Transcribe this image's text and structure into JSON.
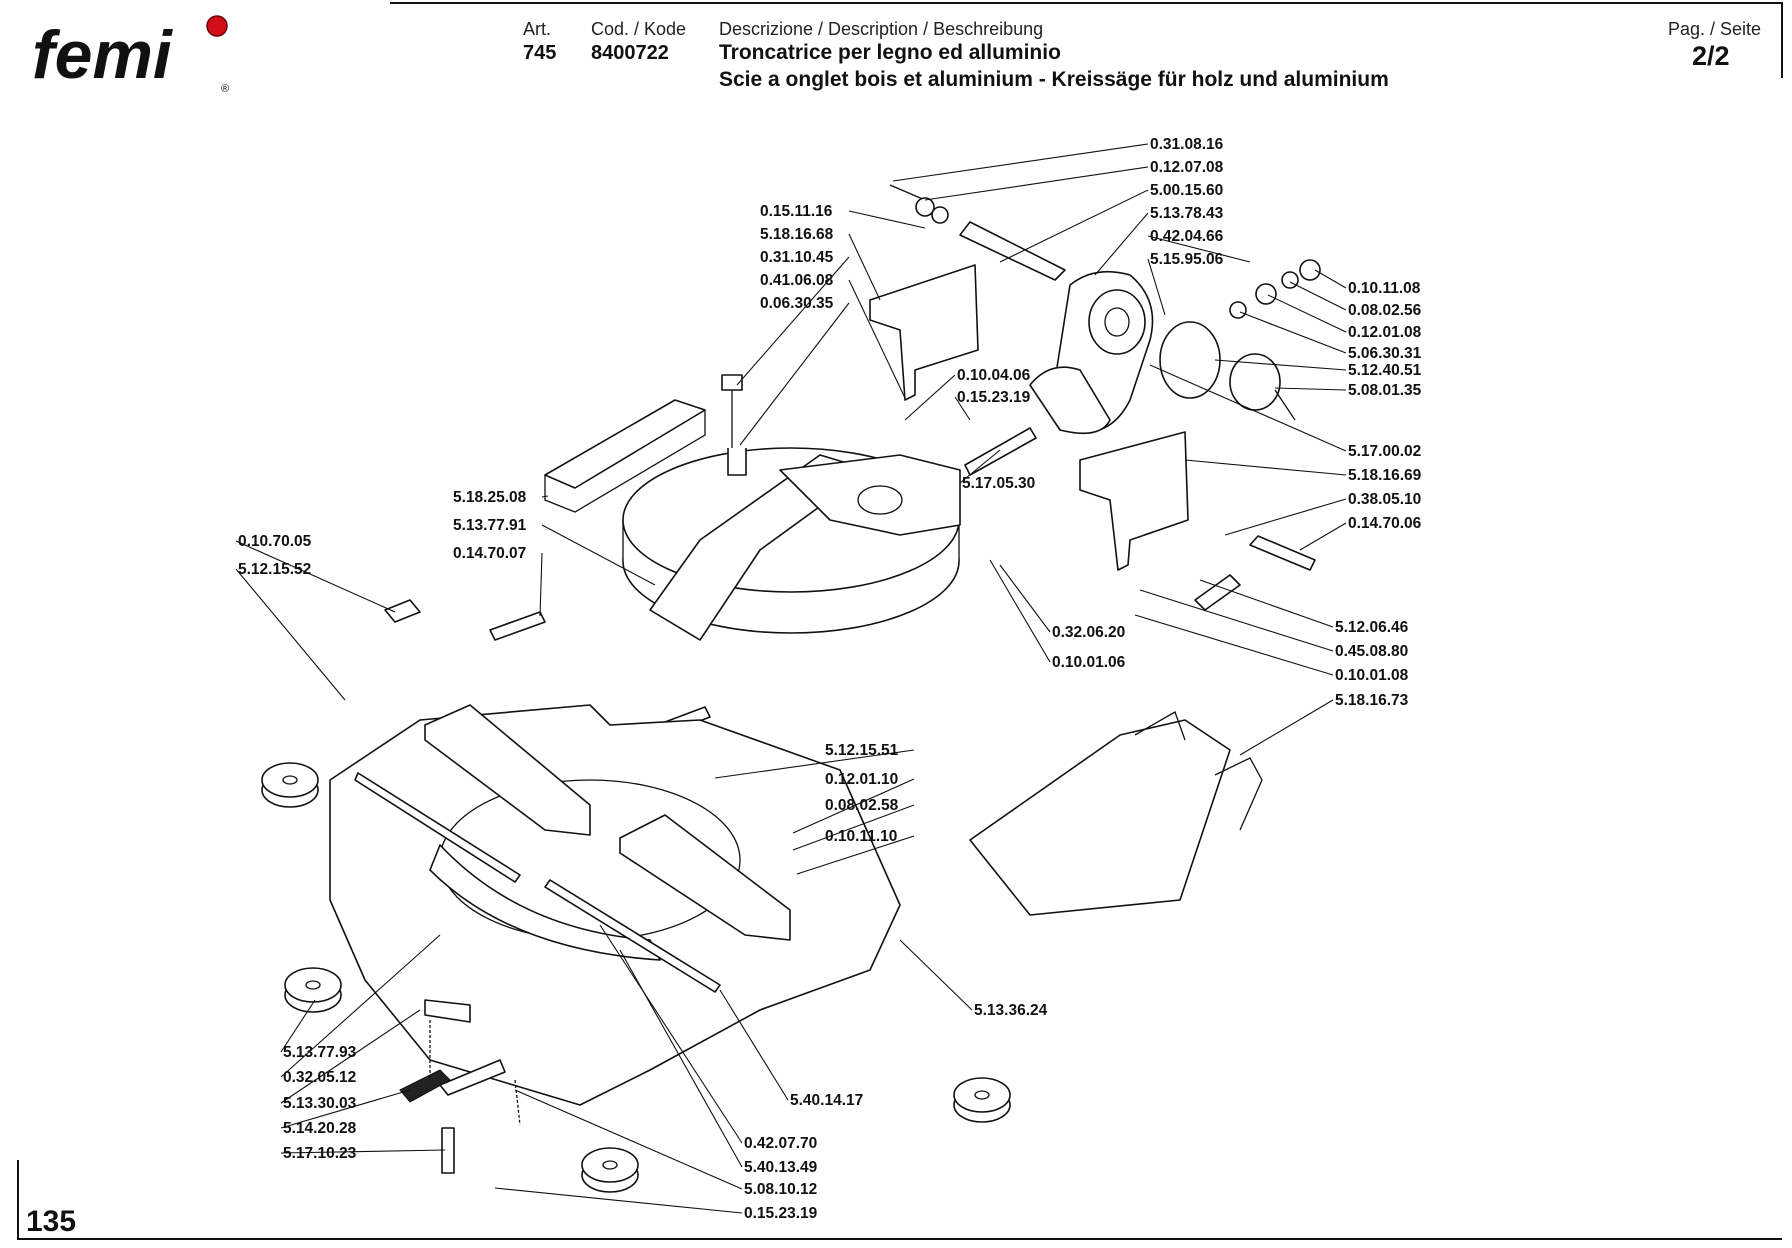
{
  "header": {
    "art_label": "Art.",
    "art_value": "745",
    "code_label": "Cod. / Kode",
    "code_value": "8400722",
    "description_label": "Descrizione / Description / Beschreibung",
    "description_line1": "Troncatrice per legno ed alluminio",
    "description_line2": "Scie a onglet bois et aluminium - Kreissäge für holz und aluminium",
    "page_label": "Pag. / Seite",
    "page_value": "2/2"
  },
  "logo": {
    "text": "femi",
    "registered": "®"
  },
  "footer": {
    "page_number": "135"
  },
  "parts": [
    "0.31.08.16",
    "0.12.07.08",
    "5.00.15.60",
    "0.15.11.16",
    "5.13.78.43",
    "5.18.16.68",
    "0.42.04.66",
    "0.31.10.45",
    "5.15.95.06",
    "0.41.06.08",
    "0.10.11.08",
    "0.06.30.35",
    "0.08.02.56",
    "0.12.01.08",
    "5.06.30.31",
    "5.12.40.51",
    "0.10.04.06",
    "0.15.23.19",
    "5.08.01.35",
    "5.17.00.02",
    "5.18.16.69",
    "5.18.25.08",
    "5.17.05.30",
    "0.38.05.10",
    "5.13.77.91",
    "0.14.70.06",
    "0.10.70.05",
    "0.14.70.07",
    "5.12.15.52",
    "0.32.06.20",
    "5.12.06.46",
    "0.10.01.06",
    "0.45.08.80",
    "0.10.01.08",
    "5.18.16.73",
    "5.12.15.51",
    "0.12.01.10",
    "0.08.02.58",
    "0.10.11.10",
    "5.13.36.24",
    "5.13.77.93",
    "0.32.05.12",
    "5.13.30.03",
    "5.40.14.17",
    "5.14.20.28",
    "5.17.10.23",
    "0.42.07.70",
    "5.40.13.49",
    "5.08.10.12",
    "0.15.23.19"
  ]
}
